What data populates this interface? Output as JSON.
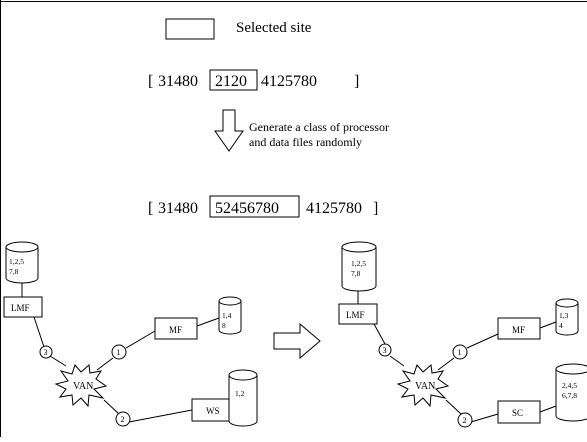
{
  "legend": {
    "label": "Selected site"
  },
  "array_before": {
    "open": "[",
    "left": "31480",
    "selected": "2120",
    "right": "4125780",
    "close": "]"
  },
  "arrow_note": {
    "line1": "Generate a class of processor",
    "line2": "and data files randomly"
  },
  "array_after": {
    "open": "[",
    "left": "31480",
    "selected": "52456780",
    "right": "4125780",
    "close": "]"
  },
  "network_before": {
    "hub": "VAN",
    "lmf": {
      "label": "LMF",
      "files_line1": "1,2,5",
      "files_line2": "7,8"
    },
    "link_lmf": "3",
    "link_top": "1",
    "link_bottom": "2",
    "node_top": {
      "label": "MF",
      "files_line1": "1,4",
      "files_line2": "8"
    },
    "node_bottom": {
      "label": "WS",
      "files_line1": "1,2",
      "files_line2": ""
    }
  },
  "network_after": {
    "hub": "VAN",
    "lmf": {
      "label": "LMF",
      "files_line1": "1,2,5",
      "files_line2": "7,8"
    },
    "link_lmf": "3",
    "link_top": "1",
    "link_bottom": "2",
    "node_top": {
      "label": "MF",
      "files_line1": "1,3",
      "files_line2": "4"
    },
    "node_bottom": {
      "label": "SC",
      "files_line1": "2,4,5",
      "files_line2": "6,7,8"
    }
  }
}
